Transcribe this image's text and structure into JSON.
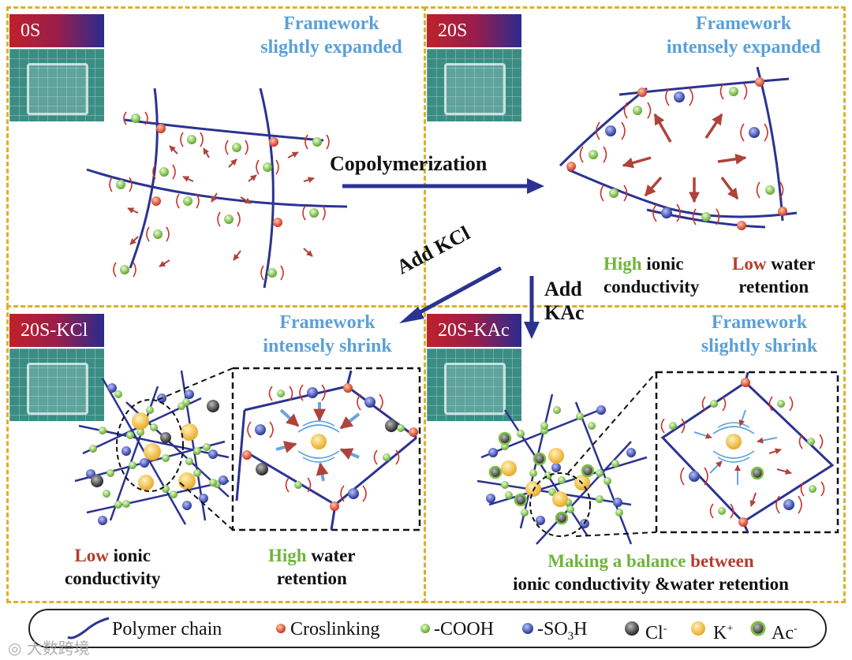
{
  "panels": {
    "p0s": {
      "badge": "0S",
      "title1": "Framework",
      "title2": "slightly expanded"
    },
    "p20s": {
      "badge": "20S",
      "title1": "Framework",
      "title2": "intensely expanded"
    },
    "pkcl": {
      "badge": "20S-KCl",
      "title1": "Framework",
      "title2": "intensely shrink"
    },
    "pkac": {
      "badge": "20S-KAc",
      "title1": "Framework",
      "title2": "slightly shrink"
    }
  },
  "arrows": {
    "copolymerization": "Copolymerization",
    "add_kcl": "Add KCl",
    "add_kac_1": "Add",
    "add_kac_2": "KAc"
  },
  "notes": {
    "p20s_left_1a": "High",
    "p20s_left_1b": " ionic",
    "p20s_left_2": "conductivity",
    "p20s_right_1a": "Low",
    "p20s_right_1b": " water",
    "p20s_right_2": "retention",
    "pkcl_left_1a": "Low",
    "pkcl_left_1b": " ionic",
    "pkcl_left_2": "conductivity",
    "pkcl_right_1a": "High",
    "pkcl_right_1b": " water",
    "pkcl_right_2": "retention",
    "pkac_1a": "Making a balance ",
    "pkac_1b": "between",
    "pkac_2": "ionic conductivity &water retention"
  },
  "legend": {
    "polymer_chain": "Polymer chain",
    "croslinking": "Croslinking",
    "cooh": "-COOH",
    "so3h_pre": "-SO",
    "so3h_sub": "3",
    "so3h_post": "H",
    "cl": "Cl",
    "cl_sup": "-",
    "k": "K",
    "k_sup": "+",
    "ac": "Ac",
    "ac_sup": "-"
  },
  "watermark": "大数跨境",
  "colors": {
    "frame": "#d9b22a",
    "title_blue": "#5aa0d8",
    "chain": "#2b3391",
    "crosslink": "#d8472a",
    "cooh": "#7cc242",
    "so3h": "#3a47b8",
    "cl": "#4a4a4a",
    "k": "#f2bf3c",
    "arrow": "#2b3391",
    "wave": "#c8322a"
  }
}
